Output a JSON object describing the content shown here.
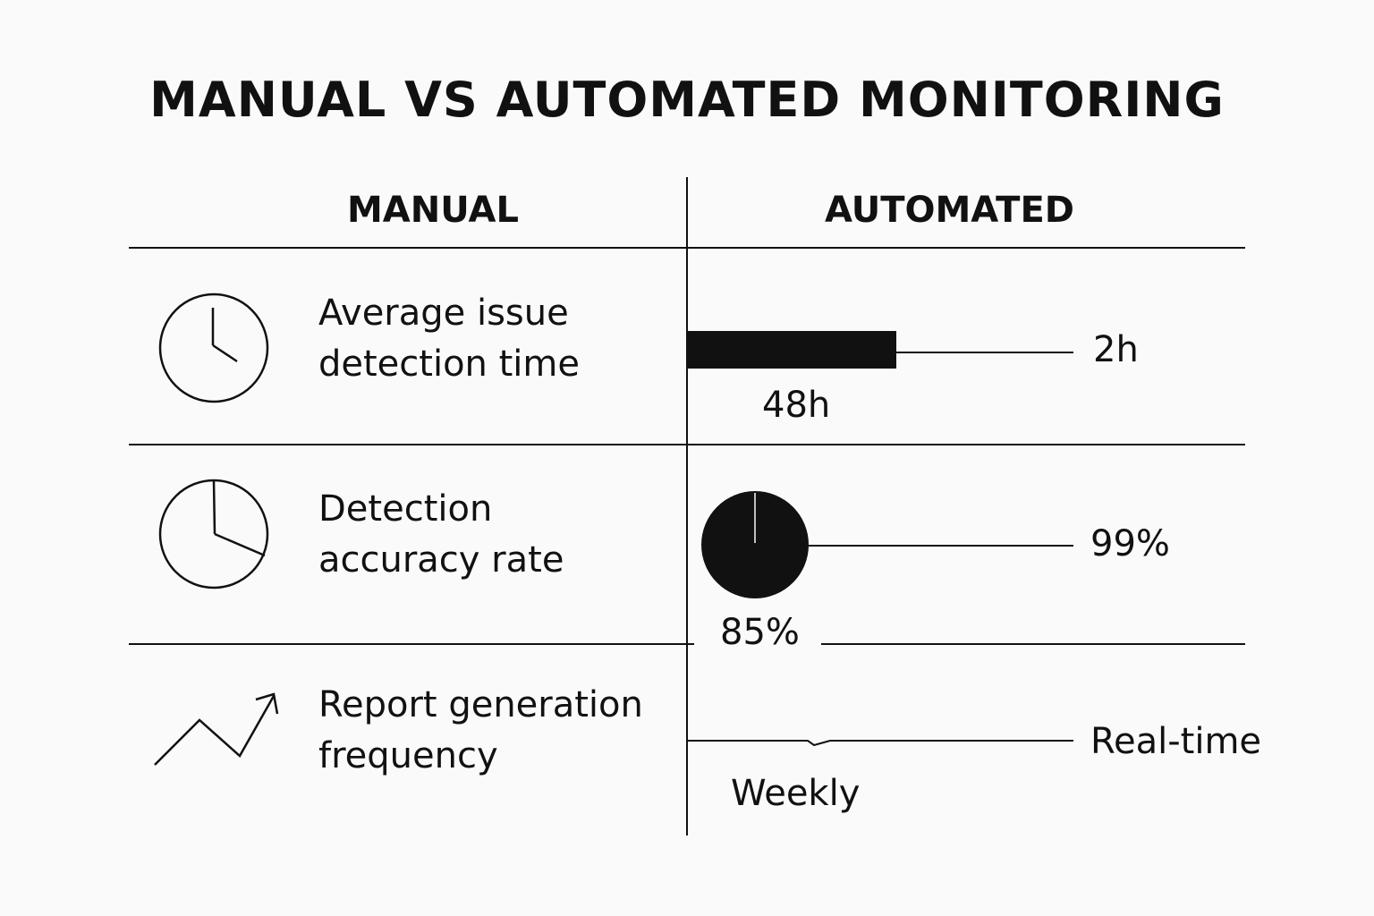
{
  "title": "MANUAL VS AUTOMATED MONITORING",
  "columns": {
    "manual": "MANUAL",
    "automated": "AUTOMATED"
  },
  "rows": [
    {
      "icon": "clock-icon",
      "label_line1": "Average issue",
      "label_line2": "detection time",
      "manual_value": "48h",
      "automated_value": "2h"
    },
    {
      "icon": "pie-chart-icon",
      "label_line1": "Detection",
      "label_line2": "accuracy rate",
      "manual_value": "85%",
      "automated_value": "99%"
    },
    {
      "icon": "trend-up-arrow-icon",
      "label_line1": "Report generation",
      "label_line2": "frequency",
      "manual_value": "Weekly",
      "automated_value": "Real-time"
    }
  ],
  "colors": {
    "ink": "#111111",
    "background": "#fafafa"
  }
}
